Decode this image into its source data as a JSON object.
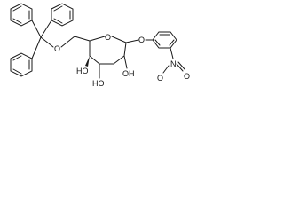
{
  "molecule": {
    "labels": {
      "o_trityl_ether": "O",
      "o_ring": "O",
      "o_glycosidic": "O",
      "oh_c4": "HO",
      "oh_c3": "HO",
      "oh_c2": "OH",
      "nitro_n": "N",
      "nitro_o_right": "O",
      "nitro_o_left": "O"
    }
  }
}
